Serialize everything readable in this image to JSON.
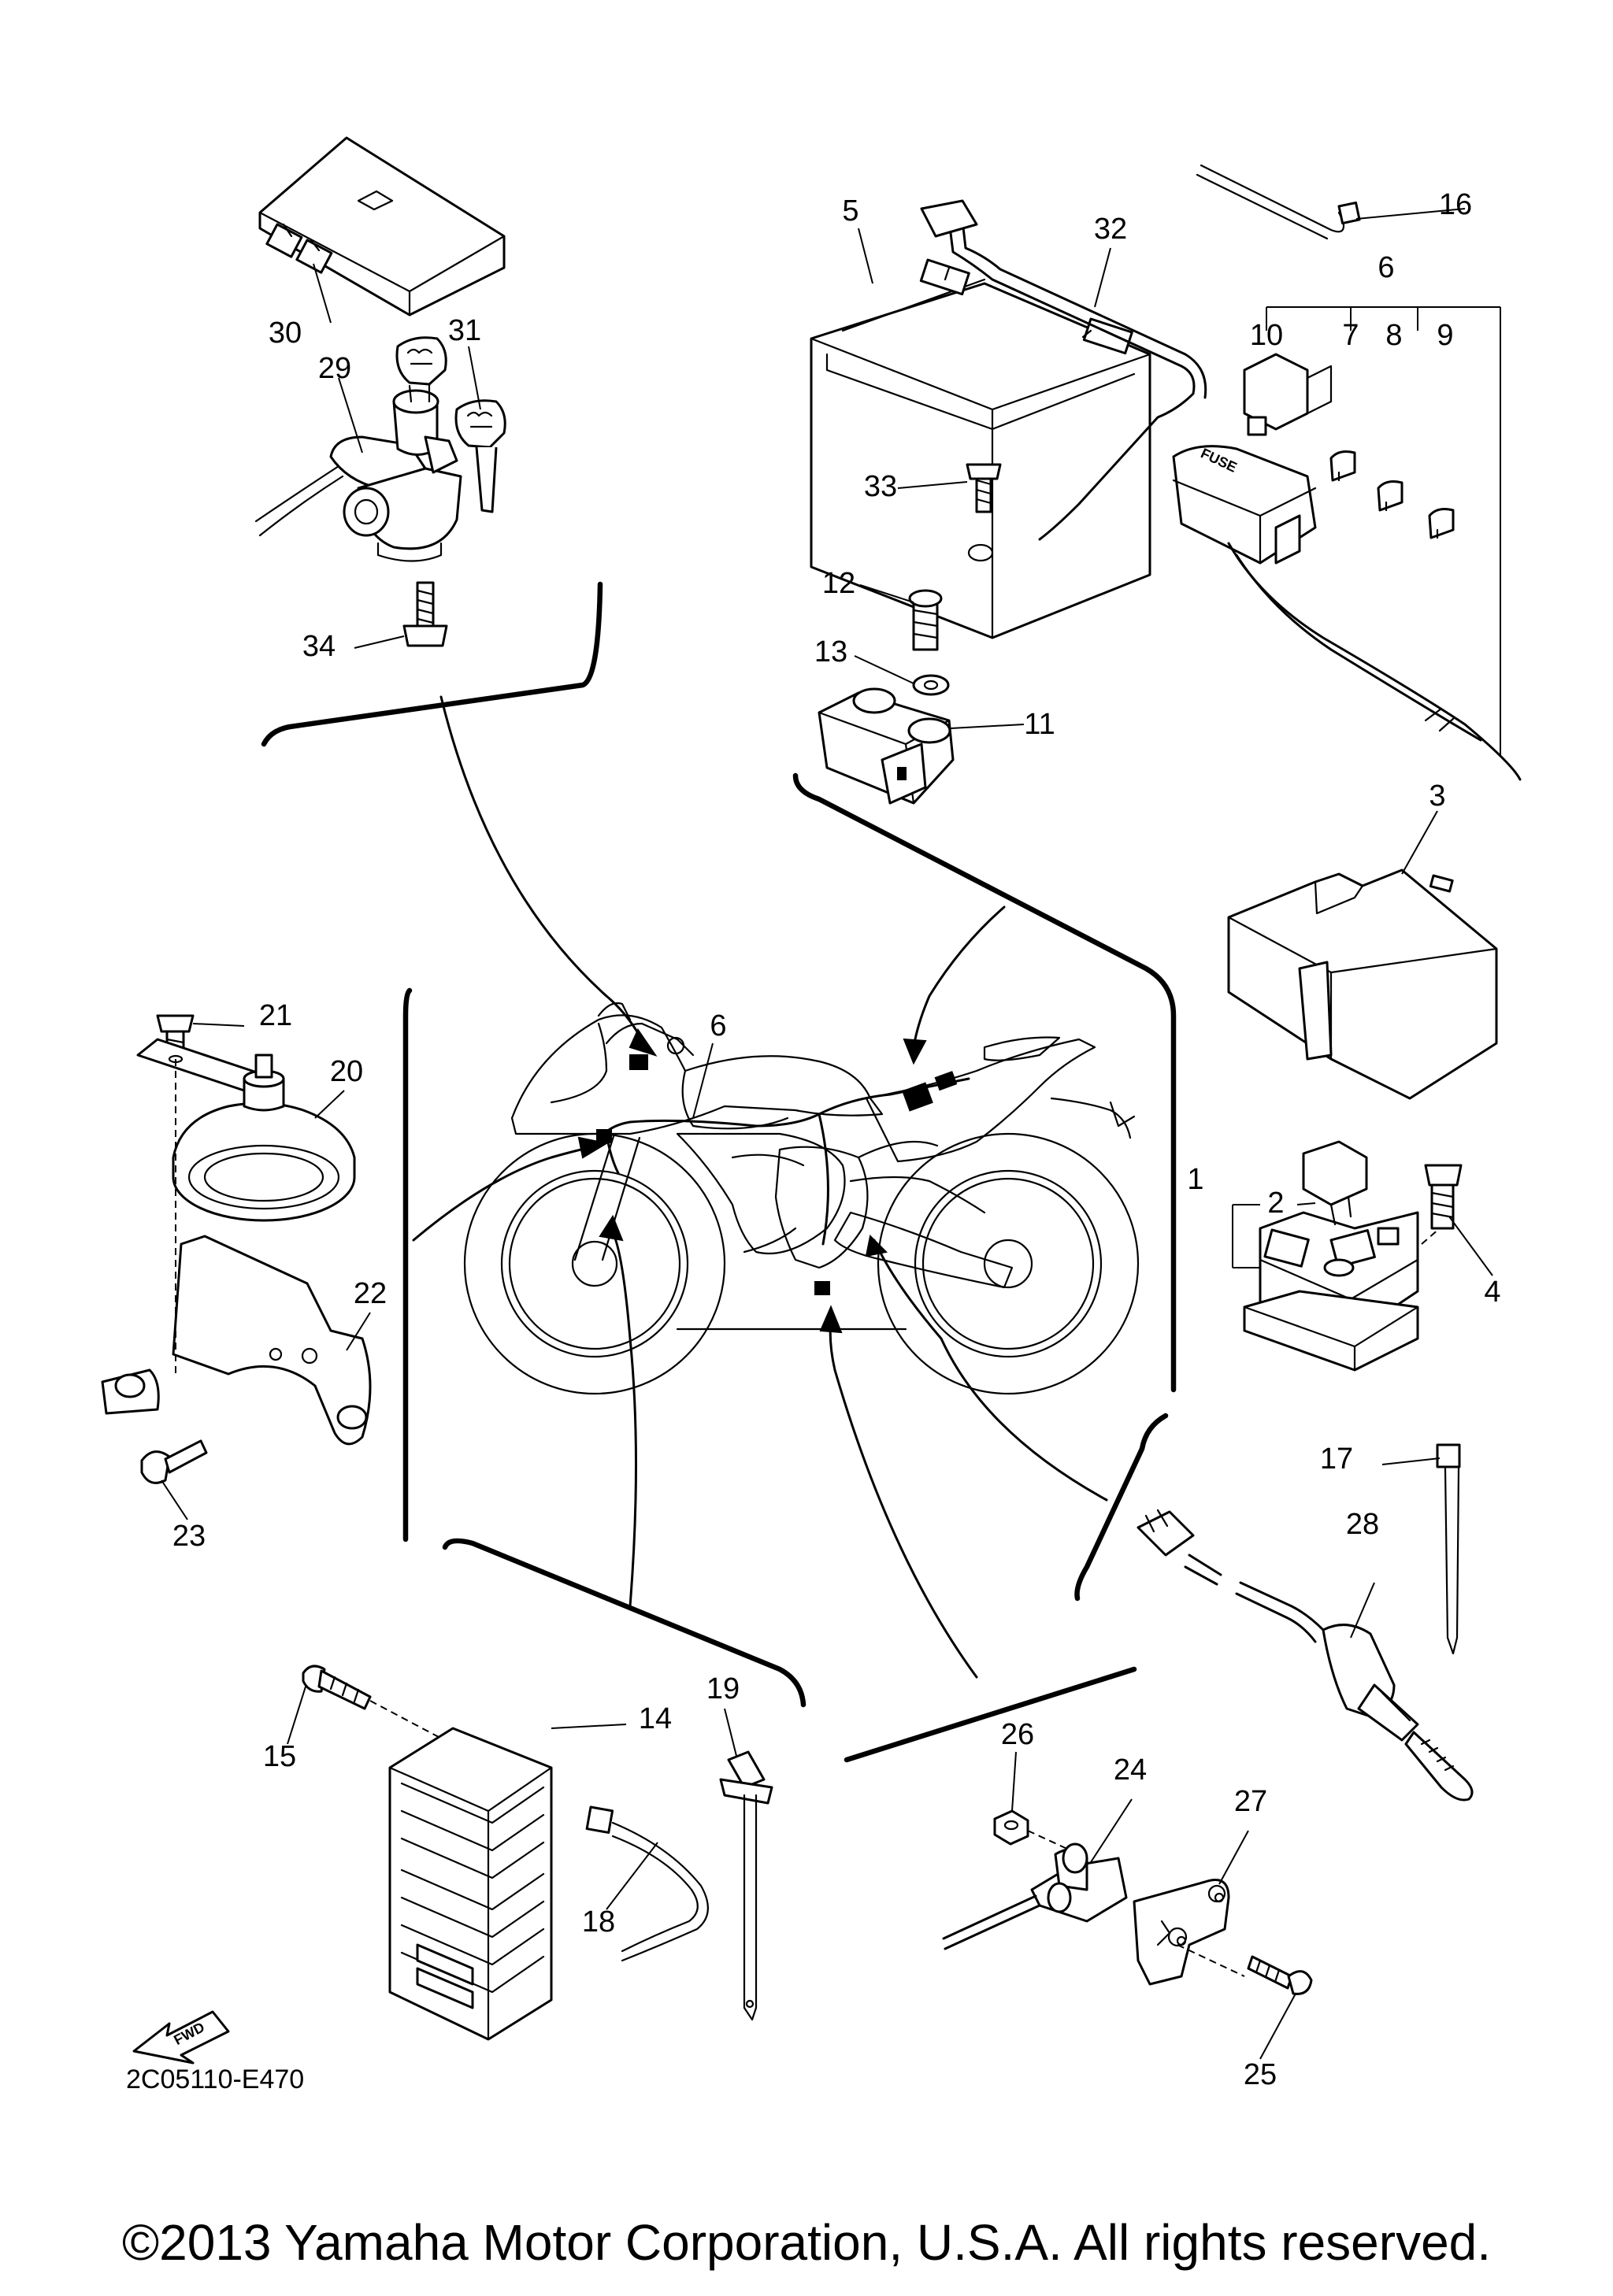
{
  "callouts": [
    {
      "label": "1"
    },
    {
      "label": "2"
    },
    {
      "label": "3"
    },
    {
      "label": "4"
    },
    {
      "label": "5"
    },
    {
      "label": "6"
    },
    {
      "label": "7"
    },
    {
      "label": "8"
    },
    {
      "label": "9"
    },
    {
      "label": "10"
    },
    {
      "label": "11"
    },
    {
      "label": "12"
    },
    {
      "label": "13"
    },
    {
      "label": "14"
    },
    {
      "label": "15"
    },
    {
      "label": "16"
    },
    {
      "label": "17"
    },
    {
      "label": "18"
    },
    {
      "label": "19"
    },
    {
      "label": "20"
    },
    {
      "label": "21"
    },
    {
      "label": "22"
    },
    {
      "label": "23"
    },
    {
      "label": "24"
    },
    {
      "label": "25"
    },
    {
      "label": "26"
    },
    {
      "label": "27"
    },
    {
      "label": "28"
    },
    {
      "label": "29"
    },
    {
      "label": "30"
    },
    {
      "label": "31"
    },
    {
      "label": "32"
    },
    {
      "label": "33"
    },
    {
      "label": "34"
    },
    {
      "label": "6"
    }
  ],
  "fuse_box_label": "FUSE",
  "fwd_label": "FWD",
  "diagram_code": "2C05110-E470",
  "copyright": "©2013 Yamaha Motor Corporation, U.S.A. All rights reserved.",
  "colors": {
    "ink": "#000000",
    "paper": "#ffffff"
  }
}
